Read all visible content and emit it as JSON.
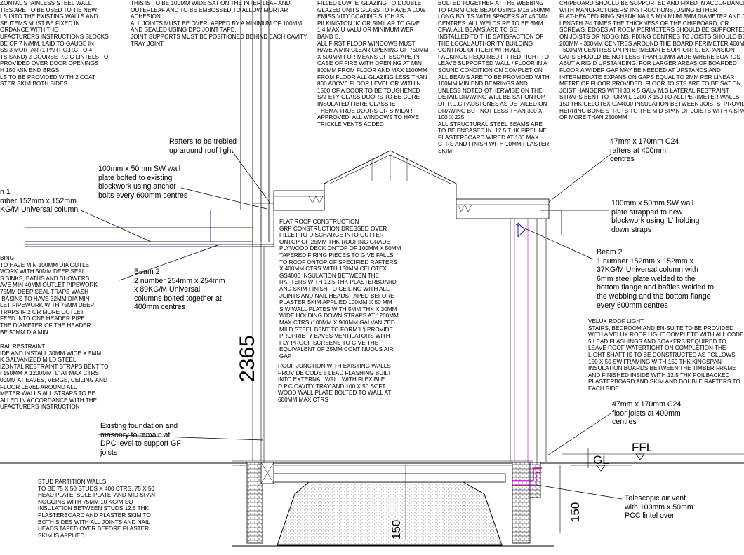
{
  "notes": {
    "top_a": "ZONTAL STAINLESS STEEL WALL\nTIES ARE TO BE USED TO TIE NEW\nLS INTO THE EXISTING WALLS AND\nSE ITEMS MUST BE FIXED IN\nORDANCE WITH THE\nUFACTURERS INSTRUCTIONS BLOCKS\nBE OF 7 N/mm, LAID TO GAUGE IN\nSS 3 MORTAR (1 PART O.P.C TO 4\nTS SAND) 2 COURSE P.C.C LINTELS TO\nPROVIDED OVER DOOR OPENINGS\nH 150 MIN END BRGS\nLS TO BE PROVIDED WITH 2 COAT\nSTER SKIM BOTH SIDES",
    "top_b": "THIS IS TO BE 100MM WIDE SAT ON THE INTER LEAF AND\nOUTERLEAF AND TO BE EMBOSSED TO ALLOW MORTAR\nADHESION.\nALL JOINTS MUST BE OVERLAPPED BY A MINIMUM OF 100MM\nAND SEALED USING DPC JOINT TAPE.\nJOINT SUPPORTS MUST BE POSITIONED BEHIND EACH CAVITY\nTRAY JOINT.",
    "top_c": "FILLED LOW `E' GLAZING TO DOUBLE\nGLAZED UNITS GLASS TO HAVE A LOW\nEMISSIVITY COATING SUCH AS\nPILKINGTON `K' OR SIMILAR TO GIVE\n1.4 MAX U VALU OR MINIMUM WER\nBAND B.\nALL FIRST FLOOR WINDOWS MUST\nHAVE A MIN CLEAR OPENING OF 750mm\nx 500mm FOR MEANS OF ESCAPE IN\nCASE OF FIRE WITH OPENING AT MIN\n800mm FROM FLOOR AND MAX 1100mm\nFROM FLOOR ALL GLAZING LESS THAN\n800 ABOVE FLOOR LEVEL OR WITHIN\n1500 OF A DOOR TO BE TOUGHENED\nSAFETY GLASS DOORS TO BE CORE\nINSULATED FIBRE GLASS IE\nTHEMA-TRUE DOORS OR SIMILAR\nAPPROVED. ALL WINDOWS TO HAVE\nTRICKLE VENTS ADDED",
    "top_d": "BOLTED TOGETHER AT THE WEBBING\nTO FORM ONE BEAM USING M16 250MM\nLONG BOLTS WITH SPACERS AT 450mm\nCENTRES. ALL WELDS RE TO BE 6mm\nCFW. ALL BEAMS ARE TO BE\nINSTALLED TO THE SATISFACTION OF\nTHE LOCAL AUTHORITY BUILDING\nCONTROL OFFICER WITH ALL\nPACKINGS REQUIRED FITTED TIGHT TO\nLEAVE SUPPORTED WALL / FLOOR IN A\nSOUND CONDITION ON COMPLETION\nALL BEAMS ARE TO BE PROVIDED WITH\n100mm MIN END BEARINGS AND\nUNLESS NOTED OTHERWISE ON THE\nDETAIL DRAWING WILL BE SAT ONTOP\nOF P.C.C PADSTONES AS DETAILED ON\nDRAWING BUT NOT LESS THAN 300 x\n100 x 225\nALL STRUCTURAL STEEL BEAMS ARE\nTO BE ENCASED IN  12.5 THK FIRELINE\nPLASTERBOARD WIRED AT 100 MAX\nCTRS AND FINISH WITH 10mm PLASTER\nSKIM",
    "top_e": "CHIPBOARD SHOULD BE SUPPORTED AND FIXED IN ACCORDANCE\nWITH MANUFACTURERS' INSTRUCTIONS, USING EITHER\nFLAT-HEADED RING SHANK NAILS MINIMUM 3MM DIAMETER AND OF\nLENGTH 2½ TIMES THE THICKNESS OF THE CHIPBOARD, OR\nSCREWS. EDGES AT ROOM PERIMETERS SHOULD BE SUPPORTED\nON JOISTS OR NOGGINS. FIXING CENTRES TO JOISTS SHOULD BE:\n200MM - 300MM CENTRES AROUND THE BOARD PERIMETER 400MM\n- 500MM CENTRES ON INTERMEDIATE SUPPORTS. EXPANSION\nGAPS SHOULD BE NOT LESS THAN 10MM WIDE WHERE BOARDS\nABUT A RIGID UPSTANDING. FOR LARGER AREAS OF BOARDED\nFLOOR A WIDER GAP MAY BE NEEDED AT UPSTANDS AND\nINTERMEDIATE EXPANSION GAPS EQUAL TO 2MM PER LINEAR\nMETRE OF FLOOR PROVIDED. FLOOR JOISTS ARE TO BE SAT ON\nJOIST HANGERS WITH 30 x 5 GALV M.S LATERAL RESTRAINT\nSTRAPS BENT TO FORM L 1200 x 150 TO ALL PERIMETER WALLS.\n150 THK CELOTEX GA4000 INSULATION BETWEEN JOISTS  PROVIDE\nHERRING BONE STRUTS TO THE MID SPAN OF JOISTS WITH A SPAN\nOF MORE THAN 2500mm",
    "flat_roof": "FLAT ROOF CONSTRUCTION\nGRP CONSTRUCTION DRESSED OVER\nFILLET TO DISCHARGE INTO GUTTER\nONTOP OF 25mm THK ROOFING GRADE\nPLYWOOD DECK ONTOP OF 100mm x 50mm\nTAPERED FIRING PIECES TO GIVE FALLS\nTO ROOF ONTOP OF SPECIFIED RAFTERS\nx 400mm CTRS WITH 150mm CELOTEX\nGS4000 INSULATION BETWEEN THE\nRAFTERS WITH 12.5 THK PLASTERBOARD\nAND SKIM FINISH TO CEILING WITH ALL\nJOINTS AND NAIL HEADS TAPED BEFORE\nPLASTER SKIM APPLIED 100mm x 50 mm\nS.W WALL PLATES WITH 5mm THK x 30mm\nWIDE HOLDING DOWN STRAPS AT 1200mm\nMAX CTRS (100mm x 900mm GALVANIZED\nMILD STEEL BENT TO FORM`L') PROVIDE\nPROPRIETY EAVES VENTILATORS WITH\nFLY PROOF SCREENS TO GIVE THE\nEQUIVALENT OF 25mm CONTINUOUS AIR\nGAP",
    "roof_junction": "ROOF JUNCTION WITH EXISTING WALLS\nPROVIDE CODE 5 LEAD FLASHING BUILT\nINTO EXTERNAL WALL WITH FLEXIBLE\nD.P.C CAVITY TRAY AND 100 x 50 SOFT\nWOOD WALL PLATE BOLTED TO WALL AT\n600mm MAX CTRS",
    "plumbing": "BING\nTO HAVE MIN 100mm DIA OUTLET\nWORK WITH 50mm DEEP SEAL\nS SINKS, BATHS AND SHOWERS\nAVE MIN 40mm OUTLET PIPEWORK\n75mm DEEP SEAL TRAPS WASH\n BASINS TO HAVE 32mm DIA MIN\nLET PIPEWORK WITH 75mm DEEP\nTRAPS IF 2 OR MORE OUTLET\nFEED INTO ONE HEADER PIPE\nTHE DIAMETER OF THE HEADER\nBE 50mm DIA MIN",
    "lateral": "RAL RESTRAINT\nIDE AND INSTALL 30mm WIDE x 5mm\nK GALVANIZED MILD STEEL\nIZONTAL RESTRAINT STRAPS BENT TO\nI 150mm x 1200mm `L' AT MAX CTRS\n00mm AT EAVES, VERGE, CEILING AND\nFLOOR LEVEL AROUND ALL\nMETER WALLS ALL STRAPS TO BE\nALLED IN ACCORDANCE WITH THE\nUFACTURERS INSTRUCTION",
    "velux": "VELUX ROOF LIGHT\nSTAIRS, BEDROOM AND EN-SUITE TO BE PROVIDED\nWITH A VELUX ROOF LIGHT COMPLETE WITH ALL CODE\n5 LEAD FLASHINGS AND SOAKERS REQUIRED TO\nLEAVE ROOF WATERTIGHT ON COMPLETION THE\nLIGHT SHAFT IS TO BE CONSTRUCTED AS FOLLOWS\n150 x 50 SW FRAMING WITH 150 THK KINGSPAN\nINSULATION BOARDS BETWEEN THE TIMBER FRAME\nAND FINISHED INSIDE WITH 12.5 THK FOILBACKED\nPLASTERBOARD AND SKIM AND DOUBLE RAFTERS TO\nEACH SIDE",
    "stud": "STUD PARTITION WALLS\nTO BE 75 x 50 STUDS x 400 CTRS, 75 x 50\nHEAD PLATE, SOLE PLATE  AND MID SPAN\nNOGGINS WITH 75mm 10 KG/M SQ\nINSULATION BETWEEN STUDS 12.5 THK\nPLASTERBOARD AND PLASTER SKIM TO\nBOTH SIDES WITH ALL JOINTS AND NAIL\nHEADS TAPED OVER BEFORE PLASTER\nSKIM IS APPLIED"
  },
  "labels": {
    "rafters_trebled": "Rafters to be trebled\nup around roof light",
    "wall_plate_bolted": "100mm x 50mm SW wall\nplate bolted to existing\nblockwork using anchor\nbolts every 600mm centres",
    "beam1_left": "n 1\nmber 152mm x 152mm\nKG/M Universal column",
    "beam2_left": "Beam 2\n2 number 254mm x 254mm\nx 89KG/M Universal\ncolumns bolted together at\n400mm centres",
    "rafters_c24": "47mm x 170mm C24\nrafters at 400mm\ncentres",
    "wall_plate_strapped": "100mm x 50mm SW wall\nplate strapped to new\nblockwork using 'L' holding\ndown straps",
    "beam2_right": "Beam 2\n1 number 152mm x 152mm x\n37KG/M Universal column with\n6mm steel plate welded to the\nbottom flange and baffles welded to\nthe webbing and the bottom flange\nevery 600mm centres",
    "floor_joists": "47mm x 170mm C24\nfloor joists at 400mm\ncentres",
    "existing_foundation": "Existing foundation and\nmasonry to remain at\nDPC level to support GF\njoists",
    "air_vent": "Telescopic air vent\nwith 100mm x 50mm\nPCC lintel over"
  },
  "dimensions": {
    "height": "2365",
    "ffl": "FFL",
    "gl": "GL",
    "dim_150_right": "150",
    "dim_150_found": "150"
  }
}
